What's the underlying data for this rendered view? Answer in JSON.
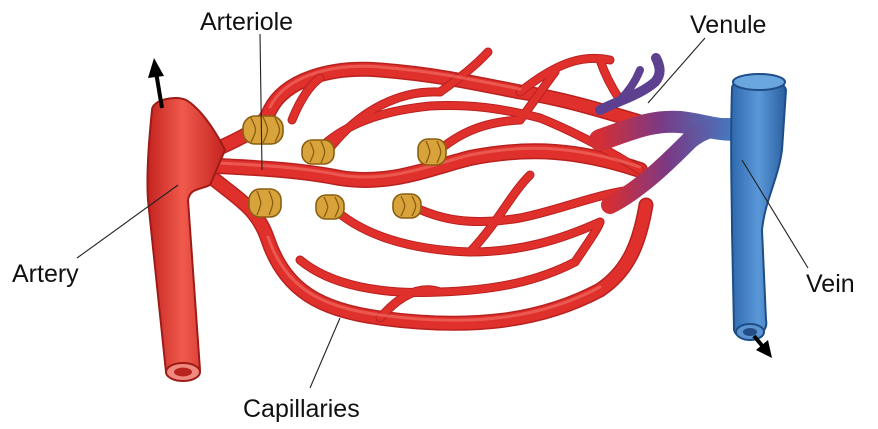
{
  "labels": {
    "arteriole": "Arteriole",
    "venule": "Venule",
    "artery": "Artery",
    "vein": "Vein",
    "capillaries": "Capillaries"
  },
  "colors": {
    "artery": "#e0302c",
    "vein": "#3f7fc4",
    "venule_transition": "#6a3f8e",
    "sphincter": "#d7a33a"
  }
}
